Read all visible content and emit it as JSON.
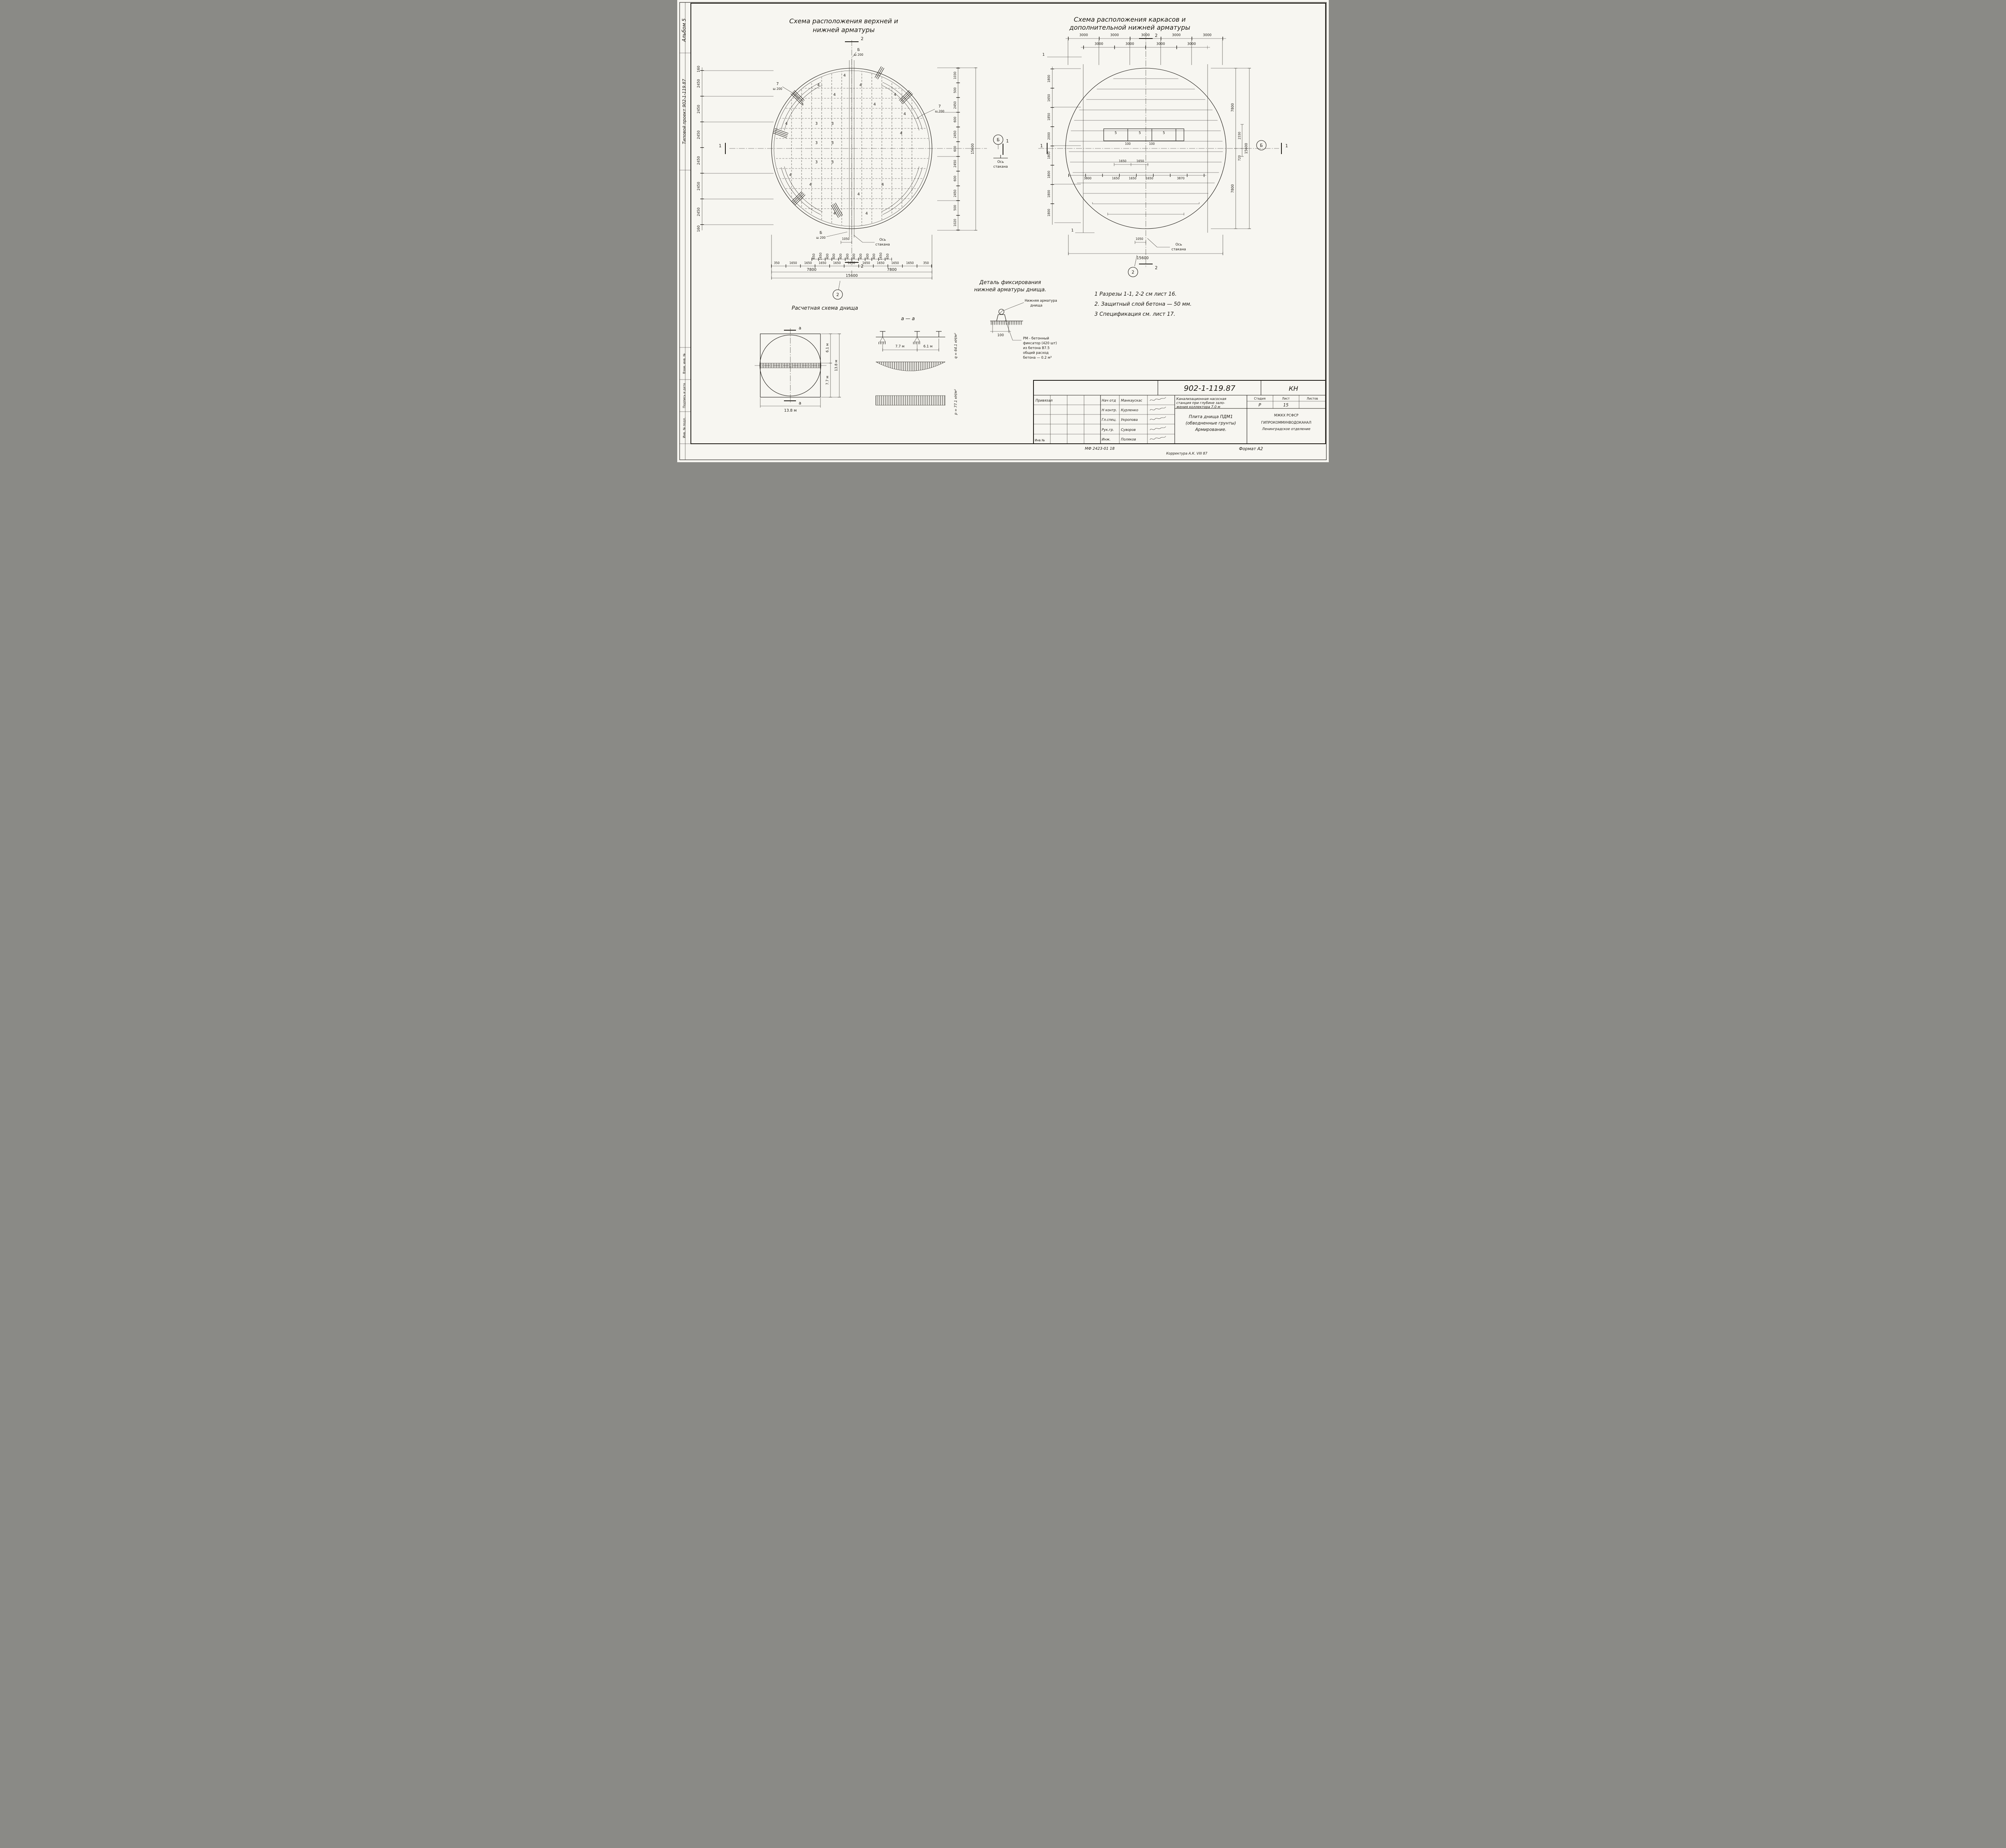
{
  "sheet": {
    "album": "Альбом 5",
    "project": "Типовой проект 902-1-119.87",
    "side_cells": [
      "Взам. инв. №",
      "Подпись и дата",
      "Инв. № подл."
    ]
  },
  "diag1": {
    "title1": "Схема расположения верхней и",
    "title2": "нижней арматуры",
    "sec2": "2",
    "circle2": "2",
    "circleB": "Б",
    "sec1": "1",
    "markB": "Б",
    "sh200": "ш 200",
    "mark7": "7",
    "mark4": "4",
    "mark3": "3",
    "axis1": "Ось",
    "axis2": "стакана",
    "dim1050": "1050",
    "left_dims": [
      "160",
      "2450",
      "2450",
      "2450",
      "2450",
      "2450",
      "2450",
      "160"
    ],
    "right_dims": [
      "1030",
      "500",
      "2450",
      "600",
      "2450",
      "600",
      "2450",
      "600",
      "2450",
      "500",
      "1020"
    ],
    "right_total": "15600",
    "bottom_row1": [
      "650",
      "1650",
      "400",
      "400",
      "400",
      "400",
      "400",
      "400",
      "400",
      "400",
      "1650",
      "650"
    ],
    "bottom_row2": [
      "350",
      "1650",
      "1650",
      "1650",
      "1650",
      "1650",
      "1650",
      "1650",
      "1650",
      "1650",
      "350"
    ],
    "bottom_row3": [
      "7800",
      "7800"
    ],
    "bottom_total": "15600"
  },
  "diag2": {
    "title1": "Схема расположения каркасов и",
    "title2": "дополнительной нижней арматуры",
    "top_row1": [
      "3000",
      "3000",
      "3000",
      "3000",
      "3000"
    ],
    "top_row2": [
      "3000",
      "3000",
      "3000",
      "3000"
    ],
    "left_dims": [
      "1800",
      "1650",
      "1850",
      "2000",
      "1800",
      "1800",
      "1800",
      "1800"
    ],
    "right_dims": [
      "7800",
      "2330",
      "720",
      "7800"
    ],
    "right_total": "15600",
    "mid_v": [
      "1650",
      "1650"
    ],
    "mid_h": [
      "3800",
      "1650",
      "1650",
      "1650",
      "3870"
    ],
    "mark5": "5",
    "dim100": "100",
    "dim1050": "1050",
    "bottom_total": "15600",
    "axis1": "Ось",
    "axis2": "стакана",
    "sec2": "2",
    "circle2": "2",
    "circleB": "Б",
    "sec1": "1",
    "pos1": "1"
  },
  "calc": {
    "title": "Расчетная схема днища",
    "aa": "а — а",
    "a_mark": "а",
    "dim_61": "6.1 м",
    "dim_77": "7.7 м",
    "dim_138_side": "13.8 м",
    "dim_138_bottom": "13.8 м",
    "span1": "7.7 м",
    "span2": "6.1 м",
    "q_label": "q = 64.1 кН/м²",
    "p_label": "p = 77.1 кН/м²"
  },
  "detail": {
    "title1": "Деталь фиксирования",
    "title2": "нижней арматуры днища.",
    "label_top1": "Нижняя арматура",
    "label_top2": "днища",
    "dim100": "100",
    "note1": "РМ - бетонный",
    "note2": "фиксатор (420 шт)",
    "note3": "из бетона В7.5",
    "note4": "общий расход",
    "note5": "бетона — 0.2 м³"
  },
  "notes": {
    "n1": "1 Разрезы 1-1, 2-2 см лист 16.",
    "n2": "2. Защитный слой бетона  —  50 мм.",
    "n3": "3 Спецификация см. лист 17."
  },
  "stamp": {
    "privyazal": "Привязал",
    "inv": "Инв №",
    "doc_number": "902-1-119.87",
    "kn": "КН",
    "rows": [
      {
        "role": "Нач отд",
        "name": "Манкаускас"
      },
      {
        "role": "Н контр.",
        "name": "Курленко"
      },
      {
        "role": "Гл.спец.",
        "name": "Укропова"
      },
      {
        "role": "Рук.гр.",
        "name": "Суворов"
      },
      {
        "role": "Инж.",
        "name": "Поляков"
      }
    ],
    "desc1": "Канализационная насосная",
    "desc2": "станция при глубине зало-",
    "desc3": "жения коллектора 7.0 м",
    "item1": "Плита днища ПДМ1",
    "item2": "(обводненные грунты)",
    "item3": "Армирование.",
    "stage_h": "Стадия",
    "sheet_h": "Лист",
    "sheets_h": "Листов",
    "stage_v": "Р",
    "sheet_v": "15",
    "org1": "МЖКХ      РСФСР",
    "org2": "ГИПРОКОММУНВОДОКАНАЛ",
    "org3": "Ленинградское отделение",
    "mf": "МФ 2423-01  18",
    "korr": "Корректура  А.К. VIII 87",
    "format": "Формат  А2"
  }
}
